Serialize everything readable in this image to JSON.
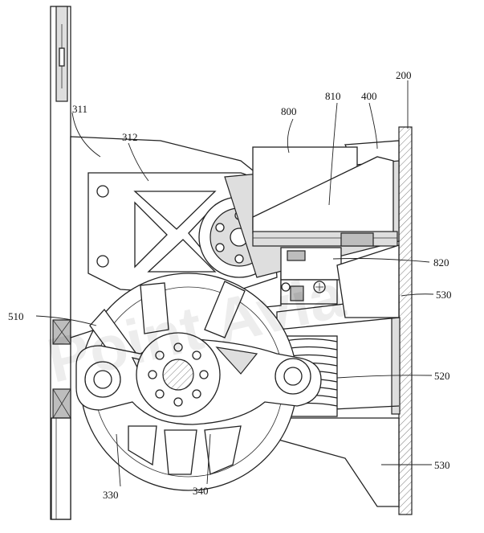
{
  "watermark": "Point Avia",
  "labels": {
    "l200": "200",
    "l311": "311",
    "l312": "312",
    "l330": "330",
    "l340": "340",
    "l400": "400",
    "l510": "510",
    "l520": "520",
    "l530a": "530",
    "l530b": "530",
    "l800": "800",
    "l810": "810",
    "l820": "820"
  }
}
